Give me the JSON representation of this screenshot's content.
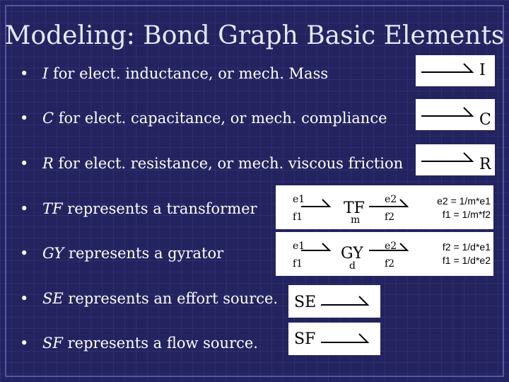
{
  "title": "Modeling: Bond Graph Basic Elements",
  "bullets": [
    {
      "sym": "I",
      "text": " for elect. inductance, or mech. Mass"
    },
    {
      "sym": "C",
      "text": " for elect. capacitance, or mech. compliance"
    },
    {
      "sym": "R",
      "text": " for elect. resistance, or mech. viscous friction"
    },
    {
      "sym": "TF",
      "text": " represents a transformer"
    },
    {
      "sym": "GY",
      "text": " represents a gyrator"
    },
    {
      "sym": "SE",
      "text": " represents an effort source."
    },
    {
      "sym": "SF",
      "text": " represents a flow source."
    }
  ],
  "boxes": {
    "I": "I",
    "C": "C",
    "R": "R",
    "tf": {
      "label": "TF",
      "sub": "m",
      "e1": "e1",
      "f1": "f1",
      "e2": "e2",
      "f2": "f2",
      "eq1": "e2 = 1/m*e1",
      "eq2": "f1 = 1/m*f2"
    },
    "gy": {
      "label": "GY",
      "sub": "d",
      "e1": "e1",
      "f1": "f1",
      "e2": "e2",
      "f2": "f2",
      "eq1": "f2 = 1/d*e1",
      "eq2": "f1 = 1/d*e2"
    },
    "SE": "SE",
    "SF": "SF"
  },
  "colors": {
    "background": "#23235f",
    "grid": "#3a3a80",
    "title": "#e8e8ff"
  }
}
